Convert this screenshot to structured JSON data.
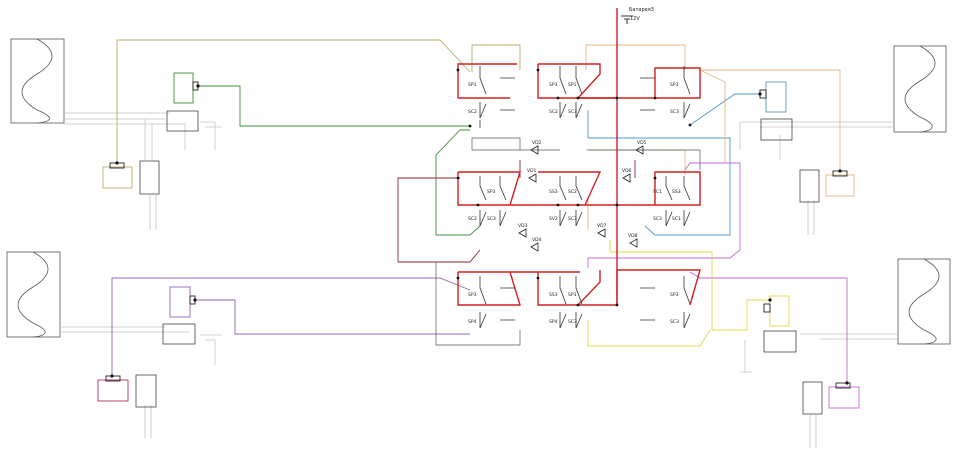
{
  "source": {
    "name": "Батарея3",
    "voltage": "12V"
  },
  "diodes": [
    "VD1",
    "VD2",
    "VD3",
    "VD4",
    "VD5",
    "VD6",
    "VD7",
    "VD8"
  ],
  "switch_labels": {
    "tl_a": "SP1",
    "tl_b": "SC2",
    "tm_a": "SP3",
    "tm_b": "SP1",
    "tm_c": "SC2",
    "tm_d": "SC3",
    "tr_a": "SP3",
    "tr_b": "SC3",
    "ml_a": "SP3",
    "ml_b": "SC2",
    "ml_c": "SC3",
    "mm_a": "SS3",
    "mm_b": "SC2",
    "mm_c": "SV2",
    "mm_d": "SC3",
    "mr_a": "SC1",
    "mr_b": "SS3",
    "mr_c": "SC3",
    "mr_d": "SC1",
    "bl_a": "SP3",
    "bl_b": "SP4",
    "bm_a": "SS3",
    "bm_b": "SP3",
    "bm_c": "SP4",
    "bm_d": "SC3",
    "br_a": "SP3",
    "br_b": "SC3"
  },
  "colors": {
    "power": "#d42020",
    "olive": "#b9ad6a",
    "green": "#3f8f3f",
    "blue": "#4f9ac8",
    "purple": "#9468b8",
    "yellow": "#e4d84a",
    "orange": "#e0b078",
    "violet": "#b765d4",
    "dark": "#8a2a2a",
    "grey": "#555555",
    "light": "#b8b8b8"
  }
}
